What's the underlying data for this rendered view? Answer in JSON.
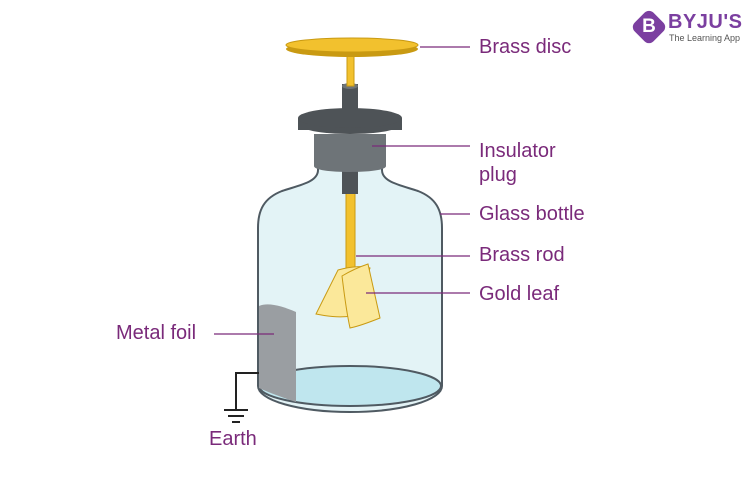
{
  "labels": {
    "brass_disc": "Brass disc",
    "insulator_plug_line1": "Insulator",
    "insulator_plug_line2": "plug",
    "glass_bottle": "Glass bottle",
    "brass_rod": "Brass rod",
    "gold_leaf": "Gold leaf",
    "metal_foil": "Metal foil",
    "earth": "Earth"
  },
  "logo": {
    "mark": "B",
    "name": "BYJU'S",
    "tagline": "The Learning App"
  },
  "colors": {
    "label_text": "#7a2a7a",
    "leader_line": "#7a2a7a",
    "brass": "#f2c12e",
    "brass_edge": "#c99a12",
    "gold_leaf": "#fbe89a",
    "plug": "#6e7478",
    "plug_dark": "#4e5357",
    "glass_fill": "#e3f3f6",
    "glass_edge": "#4f5a62",
    "water": "#bfe6ee",
    "foil": "#9a9ea2",
    "earth_wire": "#222222",
    "logo_purple": "#7b3fa0"
  }
}
